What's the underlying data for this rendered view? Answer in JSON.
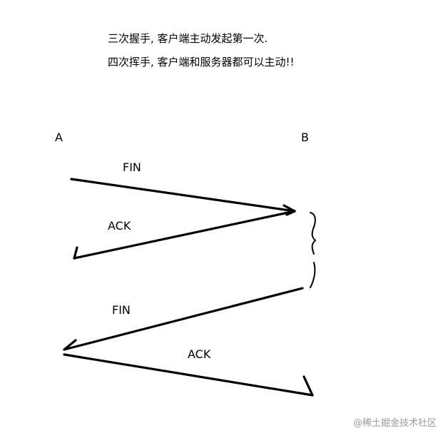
{
  "captions": {
    "line1": "三次握手, 客户端主动发起第一次.",
    "line2": "四次挥手, 客户端和服务器都可以主动!!"
  },
  "endpoints": {
    "left": "A",
    "right": "B"
  },
  "messages": [
    {
      "label": "FIN",
      "direction": "A→B"
    },
    {
      "label": "ACK",
      "direction": "B→A"
    },
    {
      "label": "FIN",
      "direction": "B→A"
    },
    {
      "label": "ACK",
      "direction": "A→B"
    }
  ],
  "watermark": "@稀土掘金技术社区",
  "colors": {
    "ink": "#000000",
    "watermark": "#9b9b9b",
    "background": "#ffffff"
  }
}
